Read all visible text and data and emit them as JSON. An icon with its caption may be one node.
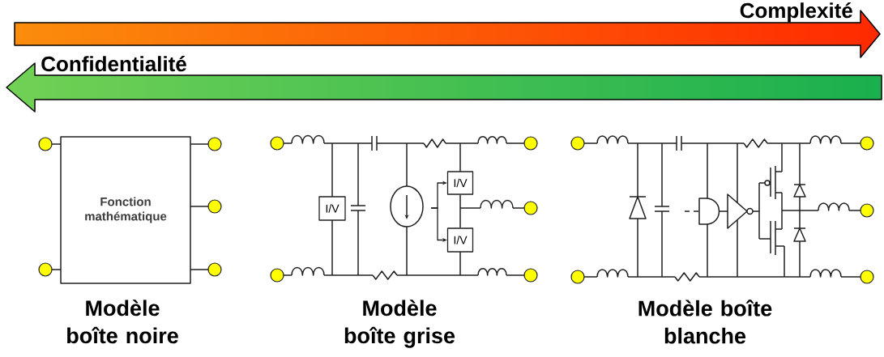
{
  "diagram": {
    "nodes": [
      {
        "text": [
          "Fonction mathématique"
        ]
      },
      {
        "text": [
          "I/V"
        ]
      },
      {
        "text": [
          "I/V"
        ]
      },
      {
        "text": [
          "I/V"
        ]
      }
    ],
    "edges": [
      {
        "from": null,
        "to": 2,
        "arrow": "to"
      },
      {
        "from": null,
        "to": 3,
        "arrow": "to"
      },
      {
        "from": 2,
        "to": 3,
        "arrow": "none"
      }
    ],
    "labels": [
      "Complexité",
      "Confidentialité",
      "Modèle boîte noire",
      "Modèle boîte grise",
      "Modèle boîte blanche"
    ]
  }
}
